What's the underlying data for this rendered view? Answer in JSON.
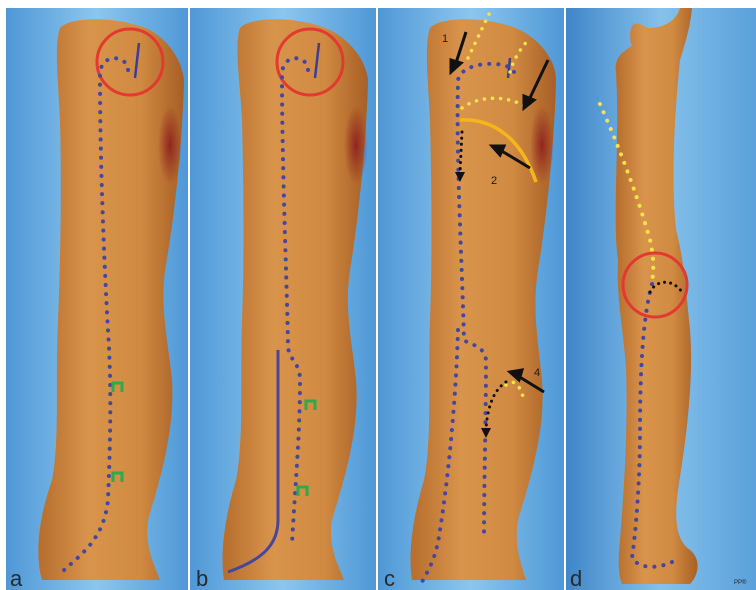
{
  "panels": [
    {
      "label": "a"
    },
    {
      "label": "b"
    },
    {
      "label": "c"
    },
    {
      "label": "d"
    }
  ],
  "annotations": {
    "arrow_1": "1",
    "arrow_2": "2",
    "arrow_4": "4"
  },
  "credit": "PP®",
  "colors": {
    "skin": "#d08a42",
    "background": "#6aaee0",
    "vein_dots": "#45479e",
    "circle": "#e23a30",
    "yellow": "#f3e44a",
    "orange_line": "#f6b51a",
    "green": "#2eaa4a"
  }
}
